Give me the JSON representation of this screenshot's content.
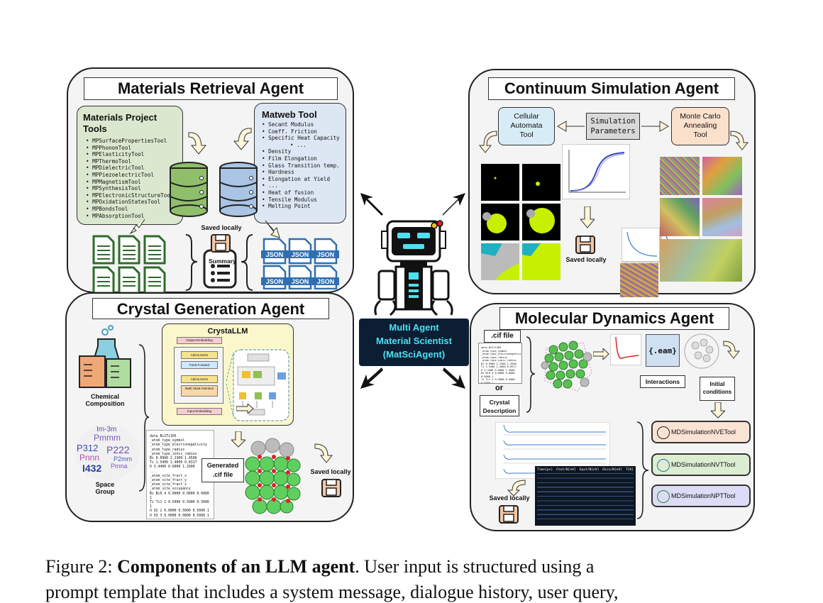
{
  "materials_retrieval": {
    "title": "Materials Retrieval Agent",
    "mp_tools_title_1": "Materials Project",
    "mp_tools_title_2": "Tools",
    "mp_tools": [
      "MPSurfacePropertiesTool",
      "MPPhononTool",
      "MPElasticityTool",
      "MPThermoTool",
      "MPDielectricTool",
      "MPPiezoelectricTool",
      "MPMagnetismTool",
      "MPSynthesisTool",
      "MPElectronicStructureTool",
      "MPOxidationStatesTool",
      "MPBondsTool",
      "MPAbsorptionTool"
    ],
    "matweb_title": "Matweb Tool",
    "matweb_items": [
      "Secant Modulus",
      "Coeff. Friction",
      "Specific Heat Capacity",
      "...",
      "Density",
      "Film Elongation",
      "Glass Transition temp.",
      "Hardness",
      "Elongation at Yield",
      "...",
      "Heat of fusion",
      "Tensile Modulus",
      "Melting Point"
    ],
    "saved_locally": "Saved locally",
    "summary": "Summary",
    "json_label": "JSON"
  },
  "continuum": {
    "title": "Continuum Simulation Agent",
    "cellular": [
      "Cellular",
      "Automata",
      "Tool"
    ],
    "sim_params": [
      "Simulation",
      "Parameters"
    ],
    "monte_carlo": [
      "Monte Carlo",
      "Annealing",
      "Tool"
    ],
    "saved_locally": "Saved locally"
  },
  "crystal": {
    "title": "Crystal Generation Agent",
    "crystallm": "CrystaLLM",
    "chemical_composition": [
      "Chemical",
      "Composition"
    ],
    "space_group": [
      "Space",
      "Group"
    ],
    "wordcloud": [
      "Im-3m",
      "Pmmm",
      "P312",
      "P222",
      "Pnnn",
      "I432",
      "Pmna",
      "P2mm"
    ],
    "generated_cif": [
      "Generated",
      ".cif file"
    ],
    "saved_locally": "Saved locally",
    "llm_blocks": [
      "Output Embedding",
      "Add & Norm",
      "Feed Forward",
      "Add & Norm",
      "Multi Head Attention",
      "Input Embedding"
    ],
    "cif_text": [
      "data_Bi2Ti3O5",
      "_atom_type_symbol",
      "_atom_type_electronegativity",
      "_atom_type_radius",
      "_atom_type_ionic_radius",
      "Bi 0.0900 2.2300 1.4500",
      "Ti 1.5400 1.4000 0.8317",
      "O 3.4400 0.6000 1.2600",
      "...",
      "_atom_site_fract_x",
      "_atom_site_fract_y",
      "_atom_site_fract_z",
      "_atom_site_occupancy",
      "Bi Bi0 4 0.0000 0.0000 0.0000 1",
      "Ti Ti1 1 0.5000 0.5000 0.5000 1",
      "O O2 2 0.0000 0.5000 0.5000 1",
      "O O3 3 0.0000 0.0000 0.5000 1"
    ]
  },
  "md": {
    "title": "Molecular Dynamics Agent",
    "cif_file": ".cif file",
    "or": "or",
    "crystal_desc": [
      "Crystal",
      "Description"
    ],
    "eam": "{.eam}",
    "interactions": "Interactions",
    "initial_conditions": [
      "Initial",
      "conditions"
    ],
    "tools": [
      "MDSimulationNVETool",
      "MDSimulationNVTTool",
      "MDSimulationNPTTool"
    ],
    "tool_colors": [
      "#fbe3d4",
      "#dcedd2",
      "#dcdcf6"
    ],
    "saved_locally": "Saved locally",
    "table_header": [
      "Time[ps]",
      "Etot/N[eV]",
      "Epot/N[eV]",
      "Ekin/N[eV]",
      "T[K]"
    ]
  },
  "center": {
    "label": [
      "Multi Agent",
      "Material Scientist",
      "(MatSciAgent)"
    ]
  },
  "caption": {
    "prefix": "Figure 2: ",
    "bold": "Components of an LLM agent",
    "rest": ". User input is structured using a",
    "line2": "prompt template that includes a system message, dialogue history, user query,"
  }
}
